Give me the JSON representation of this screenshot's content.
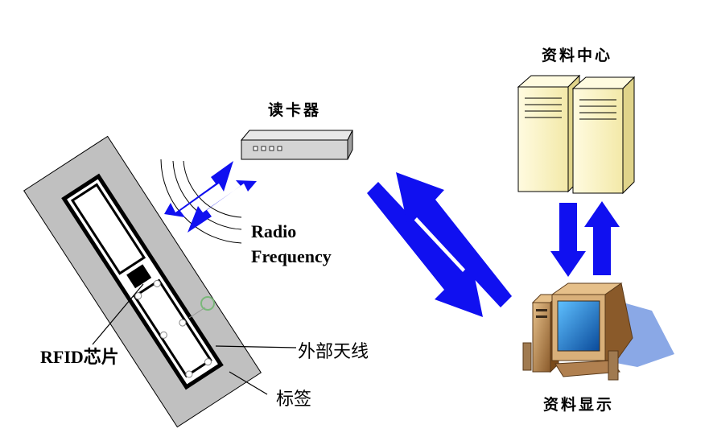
{
  "labels": {
    "reader": "读卡器",
    "data_center": "资料中心",
    "radio_frequency_line1": "Radio",
    "radio_frequency_line2": "Frequency",
    "rfid_chip": "RFID芯片",
    "antenna": "外部天线",
    "tag": "标签",
    "data_display": "资料显示"
  },
  "colors": {
    "arrow_blue": "#1010f0",
    "server_fill": "#ffffcc",
    "tag_gray": "#c0c0c0",
    "reader_gray": "#d4d4d4",
    "monitor_screen": "#1e90c8",
    "computer_body": "#c8a060",
    "shadow_blue": "#8aa8e6"
  },
  "icons": [
    "rfid-tag-icon",
    "reader-device-icon",
    "server-icon",
    "computer-icon",
    "radio-wave-icon"
  ]
}
